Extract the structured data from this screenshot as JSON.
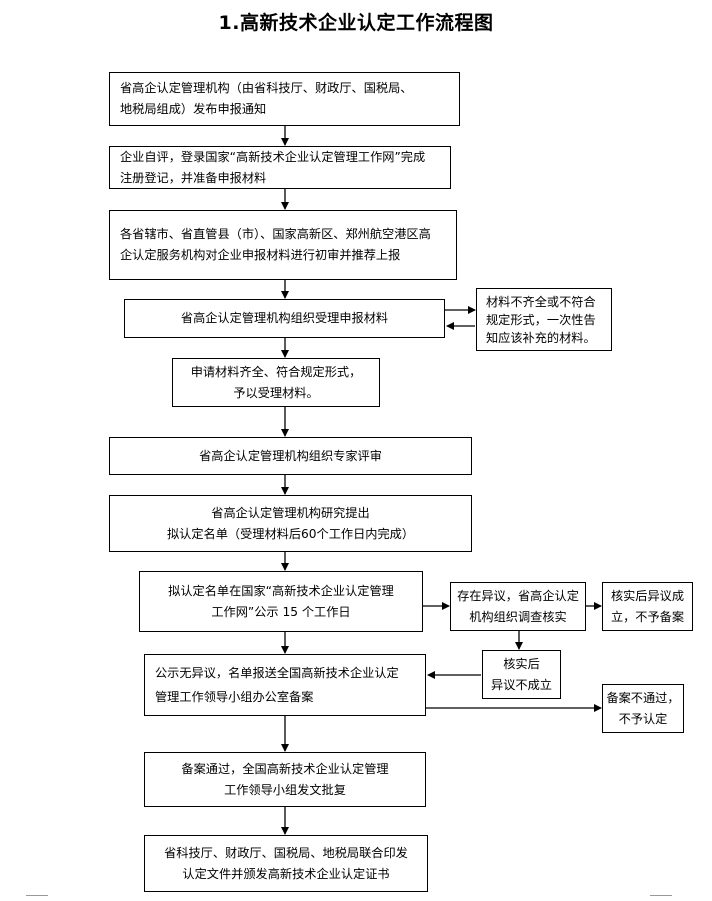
{
  "title": "1.高新技术企业认定工作流程图",
  "nodes": {
    "n1": {
      "lines": [
        "省高企认定管理机构（由省科技厅、财政厅、国税局、",
        "地税局组成）发布申报通知"
      ]
    },
    "n2": {
      "lines": [
        "企业自评，登录国家“高新技术企业认定管理工作网”完成",
        "注册登记，并准备申报材料"
      ]
    },
    "n3": {
      "lines": [
        "各省辖市、省直管县（市）、国家高新区、郑州航空港区高",
        "企认定服务机构对企业申报材料进行初审并推荐上报"
      ]
    },
    "n4": {
      "lines": [
        "省高企认定管理机构组织受理申报材料"
      ]
    },
    "n4b": {
      "lines": [
        "材料不齐全或不符合",
        "规定形式，一次性告",
        "知应该补充的材料。"
      ]
    },
    "n5": {
      "lines": [
        "申请材料齐全、符合规定形式，",
        "予以受理材料。"
      ]
    },
    "n6": {
      "lines": [
        "省高企认定管理机构组织专家评审"
      ]
    },
    "n7": {
      "lines": [
        "省高企认定管理机构研究提出",
        "拟认定名单（受理材料后60个工作日内完成）"
      ]
    },
    "n8": {
      "lines": [
        "拟认定名单在国家“高新技术企业认定管理",
        "工作网”公示 15 个工作日"
      ]
    },
    "n8b": {
      "lines": [
        "存在异议，省高企认定",
        "机构组织调查核实"
      ]
    },
    "n8c": {
      "lines": [
        "核实后异议成",
        "立，不予备案"
      ]
    },
    "n8d": {
      "lines": [
        "核实后",
        "异议不成立"
      ]
    },
    "n9": {
      "lines": [
        "公示无异议，名单报送全国高新技术企业认定",
        "管理工作领导小组办公室备案"
      ]
    },
    "n9b": {
      "lines": [
        "备案不通过，",
        "不予认定"
      ]
    },
    "n10": {
      "lines": [
        "备案通过，全国高新技术企业认定管理",
        "工作领导小组发文批复"
      ]
    },
    "n11": {
      "lines": [
        "省科技厅、财政厅、国税局、地税局联合印发",
        "认定文件并颁发高新技术企业认定证书"
      ]
    }
  }
}
